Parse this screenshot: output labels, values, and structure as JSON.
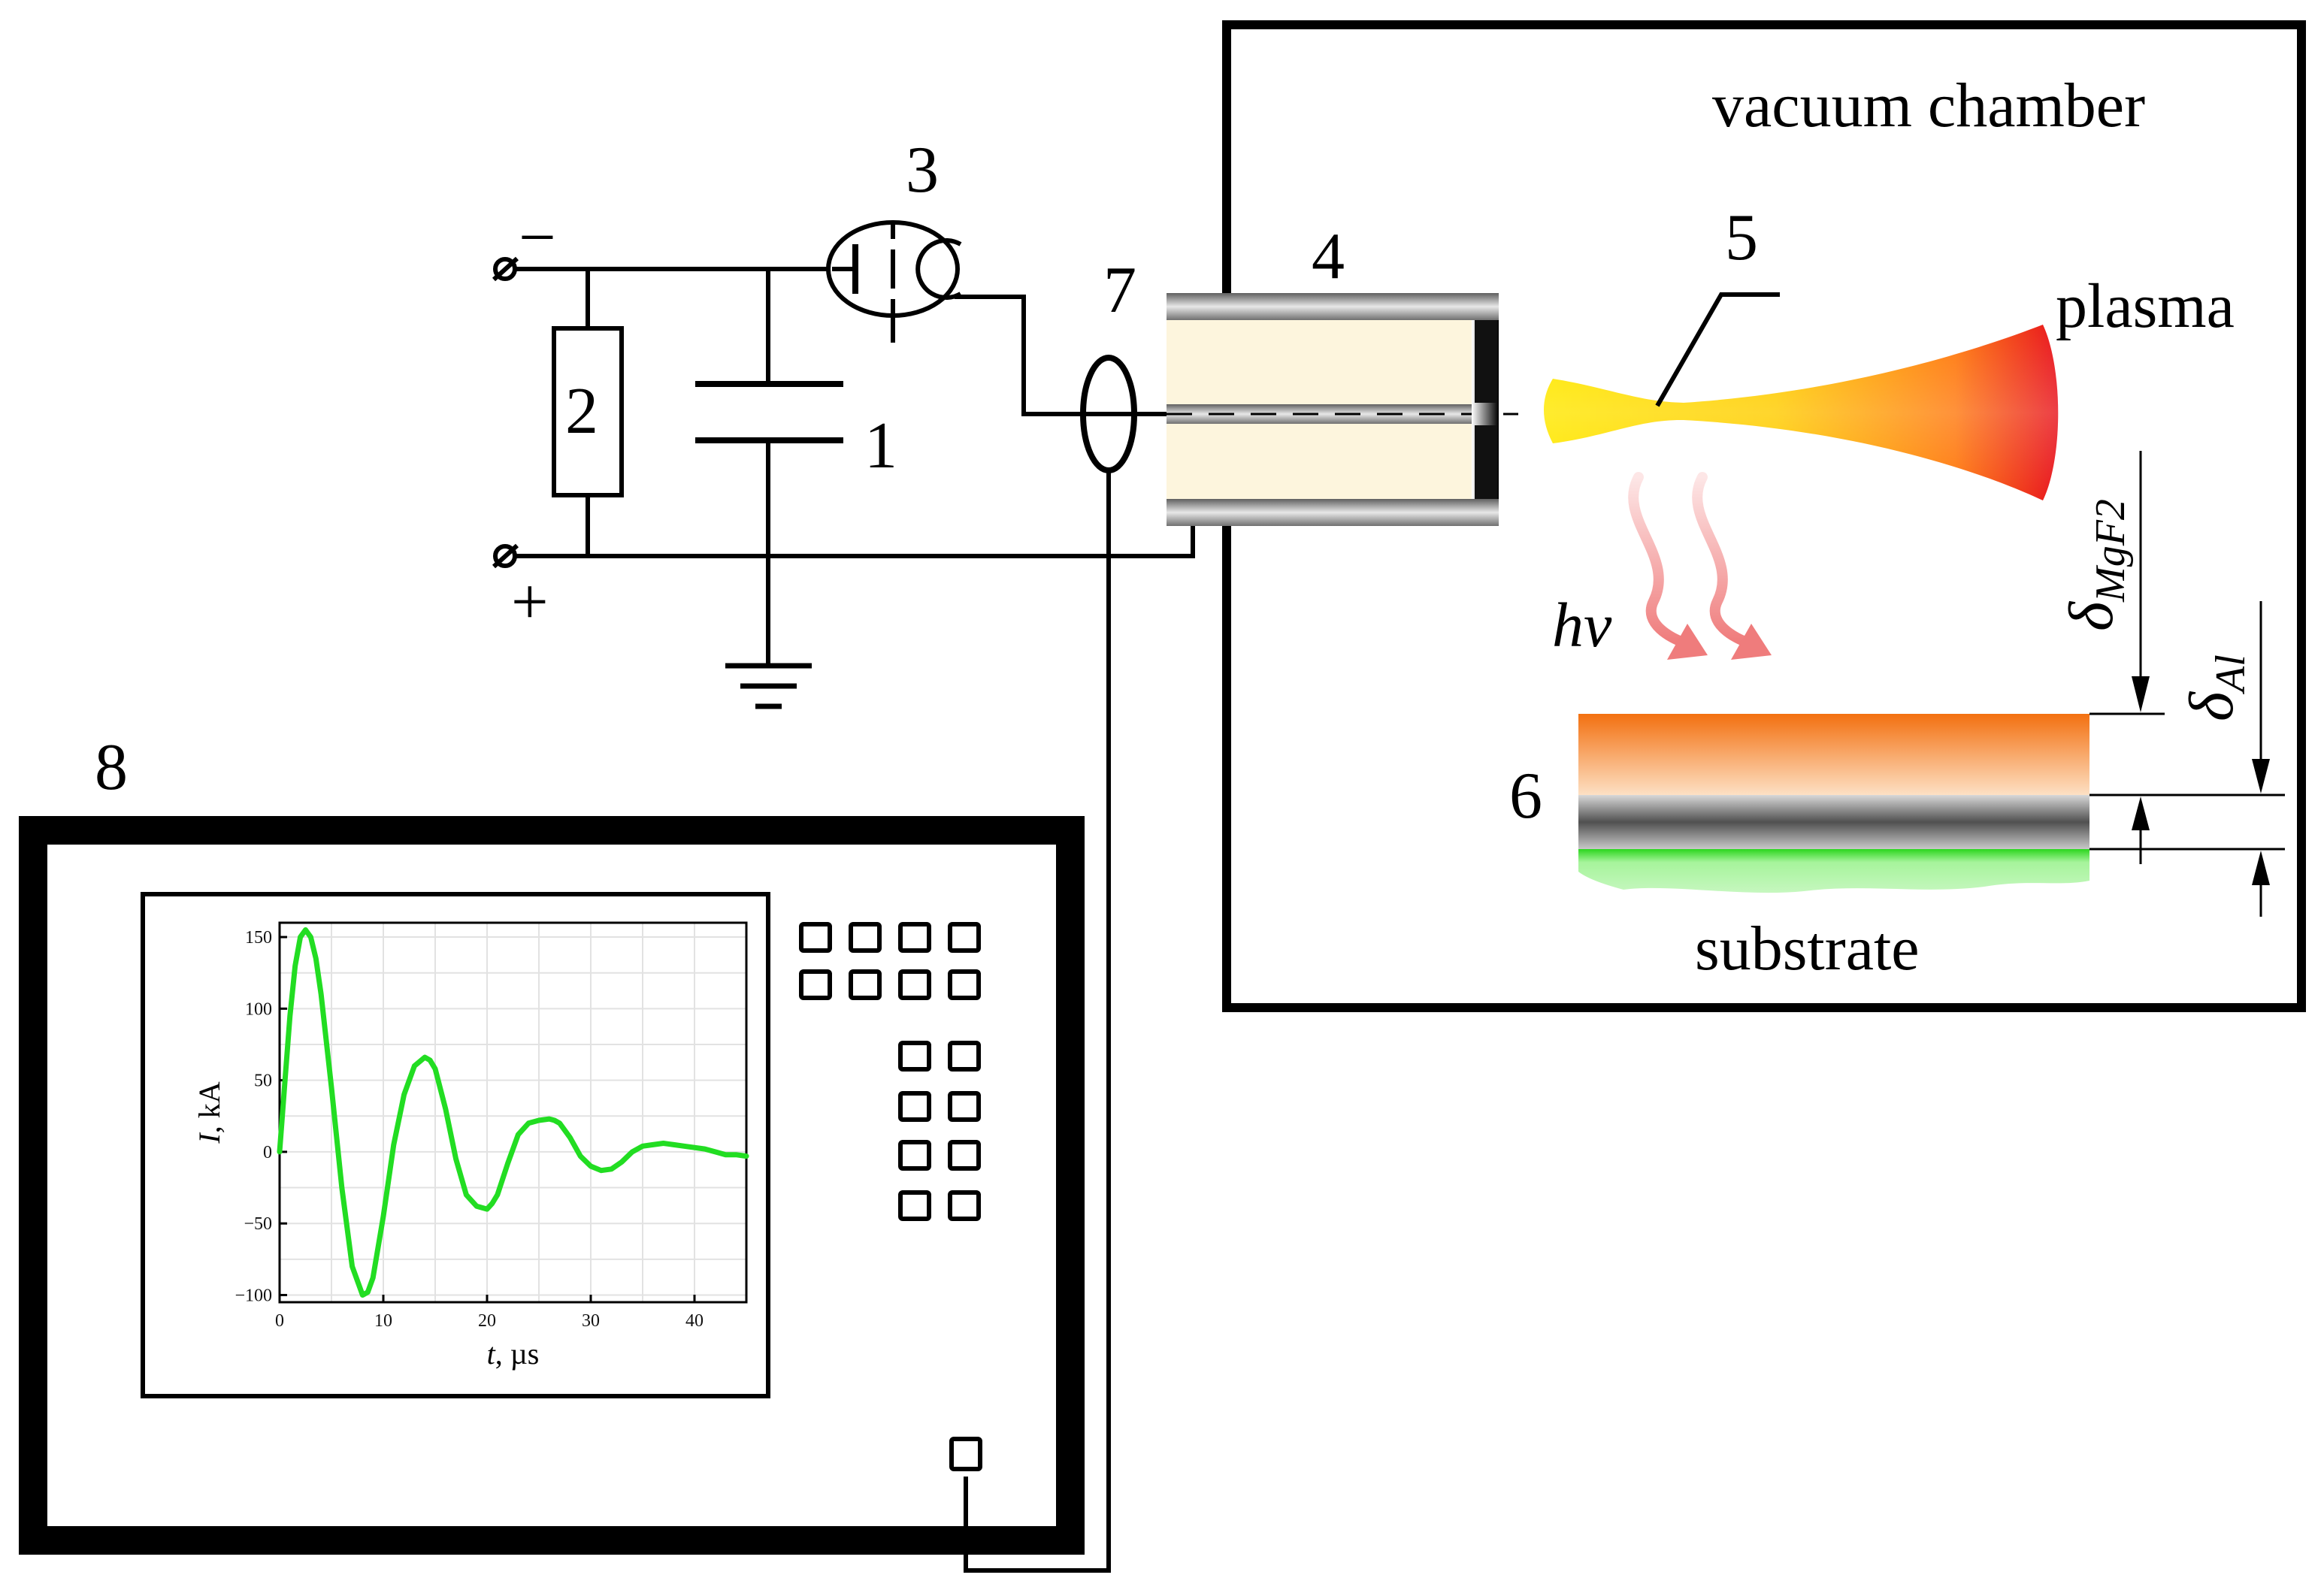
{
  "labels": {
    "capacitor": "1",
    "resistor": "2",
    "spark_gap": "3",
    "plasma_gun": "4",
    "plasma_jet": "5",
    "target": "6",
    "rogowski_coil": "7",
    "oscilloscope": "8",
    "chamber": "vacuum chamber",
    "plasma": "plasma",
    "substrate": "substrate",
    "minus": "−",
    "plus": "+",
    "radiation": "hv",
    "delta_mgf2_sym": "δ",
    "delta_mgf2_sub": "MgF2",
    "delta_al_sym": "δ",
    "delta_al_sub": "Al"
  },
  "colors": {
    "plasma_hot": "#e8141e",
    "plasma_mid": "#ff9a00",
    "plasma_cool": "#ffe800",
    "coating_orange": "#f47a12",
    "aluminium_gray": "#6c6c6c",
    "substrate_green": "#a6f49b",
    "trace_green": "#22dd22",
    "radiation_pink": "#f4a0a0",
    "gun_body": "#fdf5dd"
  },
  "chart_data": {
    "type": "line",
    "xlabel_sym": "t",
    "xlabel_unit": ", µs",
    "ylabel_sym": "I",
    "ylabel_unit": ", kA",
    "xlim": [
      0,
      45
    ],
    "ylim": [
      -105,
      160
    ],
    "xticks": [
      0,
      10,
      20,
      30,
      40
    ],
    "yticks": [
      -100,
      -50,
      0,
      50,
      100,
      150
    ],
    "grid": true,
    "series": [
      {
        "x": [
          0,
          0.5,
          1,
          1.5,
          2,
          2.5,
          3,
          3.5,
          4,
          5,
          6,
          7,
          8,
          8.5,
          9,
          10,
          11,
          12,
          13,
          14,
          14.5,
          15,
          16,
          17,
          18,
          19,
          20,
          20.5,
          21,
          22,
          23,
          24,
          25,
          26,
          26.5,
          27,
          28,
          29,
          30,
          31,
          32,
          33,
          34,
          35,
          36,
          37,
          38,
          39,
          40,
          41,
          42,
          43,
          44,
          45
        ],
        "values": [
          0,
          48,
          95,
          130,
          150,
          155,
          150,
          135,
          110,
          45,
          -25,
          -80,
          -100,
          -98,
          -88,
          -45,
          5,
          40,
          60,
          66,
          64,
          58,
          30,
          -5,
          -30,
          -38,
          -40,
          -36,
          -30,
          -8,
          12,
          20,
          22,
          23,
          22,
          20,
          10,
          -3,
          -10,
          -13,
          -12,
          -7,
          0,
          4,
          5,
          6,
          5,
          4,
          3,
          2,
          0,
          -2,
          -2,
          -3
        ]
      }
    ]
  }
}
